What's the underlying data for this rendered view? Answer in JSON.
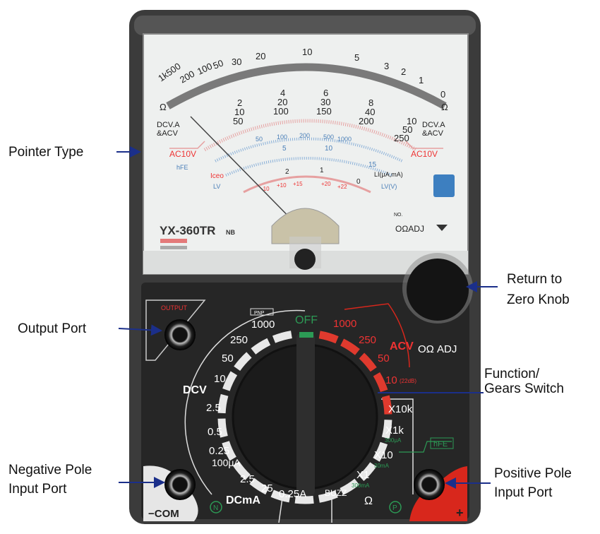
{
  "callouts": {
    "pointer_type": "Pointer Type",
    "output_port": "Output Port",
    "return_zero_1": "Return to",
    "return_zero_2": "Zero Knob",
    "function_1": "Function/",
    "function_2": "Gears Switch",
    "negative_1": "Negative Pole",
    "negative_2": "Input Port",
    "positive_1": "Positive Pole",
    "positive_2": "Input Port"
  },
  "meter": {
    "model": "YX-360TR",
    "model_suffix": "NB",
    "ohm_scale": [
      "1k500",
      "200",
      "100",
      "50",
      "30",
      "20",
      "10",
      "5",
      "3",
      "2",
      "1",
      "0"
    ],
    "dcv_row1": [
      "2",
      "4",
      "6",
      "8",
      "10"
    ],
    "dcv_row2": [
      "10",
      "20",
      "30",
      "40",
      "50"
    ],
    "dcv_row3": [
      "50",
      "100",
      "150",
      "200",
      "250"
    ],
    "hfe_scale": [
      "50",
      "100",
      "200",
      "500",
      "1000"
    ],
    "li_scale": [
      "5",
      "10",
      "15"
    ],
    "lv_scale": [
      "2",
      "1",
      "0"
    ],
    "db_scale": [
      "-10",
      "+10",
      "+15",
      "+20",
      "+22"
    ],
    "dcv_label_1": "DCV.A",
    "dcv_label_2": "&ACV",
    "ac10v": "AC10V",
    "hfe": "hFE",
    "iceo": "Iceo",
    "lv": "LV",
    "li_label": "LI(μA,mA)",
    "lv_label": "LV(V)",
    "no": "NO.",
    "zero_adj": "OΩADJ",
    "ohm": "Ω"
  },
  "dial": {
    "off": "OFF",
    "dcv": "DCV",
    "dcv_ranges": [
      "1000",
      "250",
      "50",
      "10",
      "2.5",
      "0.5",
      "0.25"
    ],
    "dcma": "DCmA",
    "dcma_ranges": [
      "100μA",
      "2.5",
      "25",
      "0.25A"
    ],
    "buzz": "BUZZ",
    "ohm": "Ω",
    "ohm_ranges": [
      "X1",
      "X10",
      "X1k",
      "X10k"
    ],
    "ohm_sub": [
      "300mA",
      "30mA",
      "300μA"
    ],
    "acv": "ACV",
    "acv_ranges": [
      "1000",
      "250",
      "50",
      "10"
    ],
    "acv_db": "(22dB)",
    "hfe": "hFE",
    "zero_adj": "OΩ ADJ",
    "output": "OUTPUT",
    "pnp": "PNP",
    "com": "−COM",
    "plus": "+",
    "n": "N",
    "p": "P"
  },
  "colors": {
    "body": "#3b3b3b",
    "panel": "#262626",
    "acv_red": "#e03a2e",
    "off_green": "#2c9a55",
    "callout_arrow": "#1b2f8a"
  }
}
